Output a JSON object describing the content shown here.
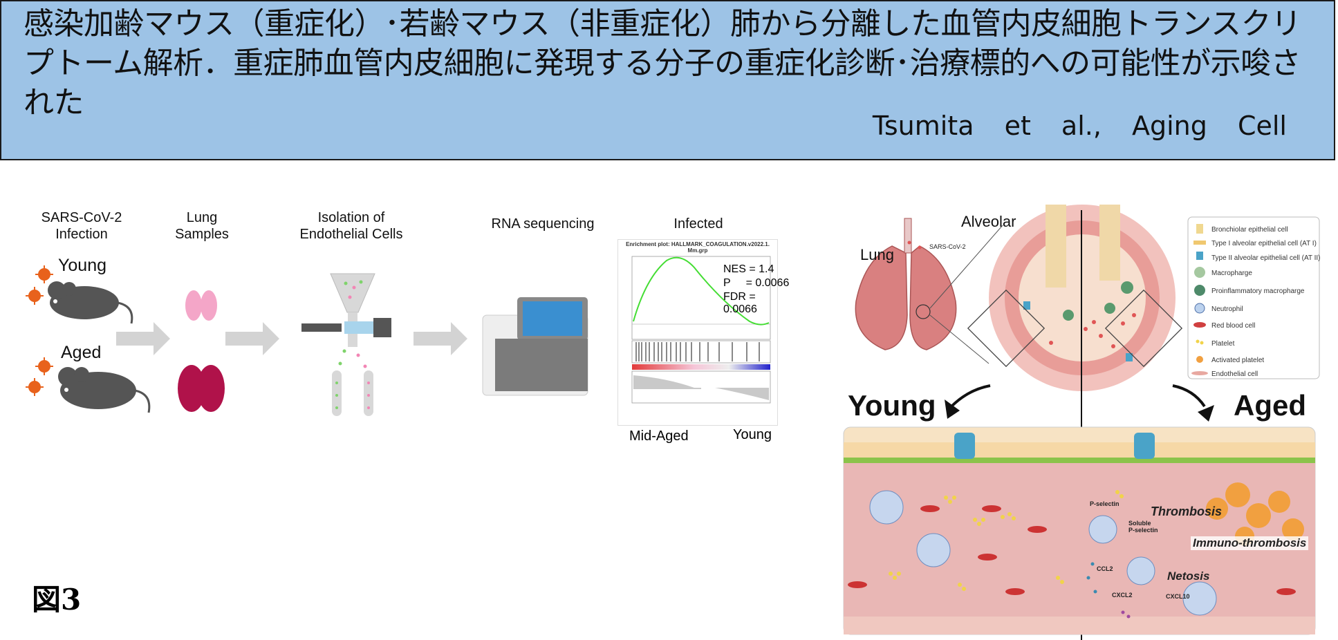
{
  "banner": {
    "title": "感染加齢マウス（重症化）･若齢マウス（非重症化）肺から分離した血管内皮細胞トランスクリプトーム解析．重症肺血管内皮細胞に発現する分子の重症化診断･治療標的への可能性が示唆された",
    "citation": "Tsumita et al., Aging Cell"
  },
  "workflow": {
    "step1_label": "SARS-CoV-2\nInfection",
    "step2_label": "Lung\nSamples",
    "step3_label": "Isolation of\nEndothelial Cells",
    "step4_label": "RNA sequencing",
    "step5_label": "Infected",
    "young_label": "Young",
    "aged_label": "Aged"
  },
  "gsea": {
    "plot_title": "Enrichment plot: HALLMARK_COAGULATION.v2022.1.\nMm.grp",
    "nes": "NES = 1.4",
    "p": "P     = 0.0066",
    "fdr": "FDR = 0.0066",
    "left_group": "Mid-Aged",
    "right_group": "Young"
  },
  "illustration": {
    "lung_label": "Lung",
    "alveolar_label": "Alveolar",
    "sars_label": "SARS-CoV-2",
    "young_label": "Young",
    "aged_label": "Aged",
    "thrombosis": "Thrombosis",
    "immuno_thrombosis": "Immuno-thrombosis",
    "netosis": "Netosis",
    "p_selectin": "P-selectin",
    "soluble_p_selectin": "Soluble\nP-selectin",
    "ccl2": "CCL2",
    "cxcl2": "CXCL2",
    "cxcl10": "CXCL10",
    "legend": [
      "Bronchiolar epithelial cell",
      "Type I alveolar epithelial cell (AT I)",
      "Type II alveolar epithelial cell (AT II)",
      "Macropharge",
      "Proinflammatory macropharge",
      "Neutrophil",
      "Red blood cell",
      "Platelet",
      "Activated platelet",
      "Endothelial cell"
    ]
  },
  "figure_label": "図3",
  "colors": {
    "banner_bg": "#9dc3e6",
    "mouse": "#555555",
    "virus": "#e8621c",
    "lung_young": "#f4a6c8",
    "lung_aged": "#b0124a",
    "arrow": "#d3d3d3",
    "vessel": "#e9b7b5"
  }
}
